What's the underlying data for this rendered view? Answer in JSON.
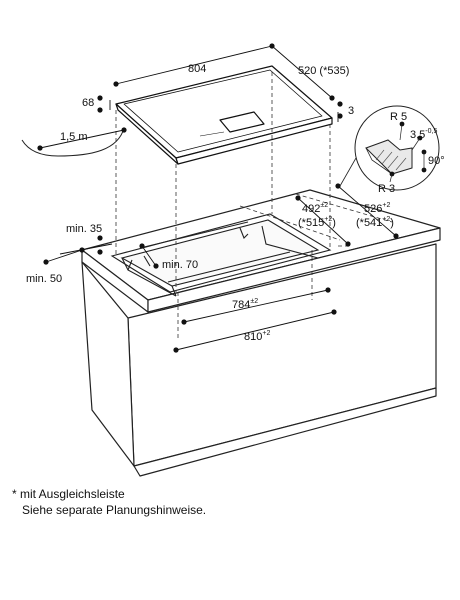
{
  "dimensions": {
    "cooktop_width": "804",
    "cooktop_depth": "520 (*535)",
    "cooktop_height_left": "68",
    "cooktop_edge": "3",
    "cable_length": "1,5 m",
    "min_35": "min. 35",
    "min_50": "min. 50",
    "min_70": "min. 70",
    "cutout_depth_base": "492",
    "cutout_depth_tol": "±2",
    "cutout_depth_alt_base": "(*515",
    "cutout_depth_alt_tol": "+2",
    "cutout_depth_alt_close": ")",
    "frame_depth_base": "526",
    "frame_depth_tol": "+2",
    "frame_depth_alt_base": "(*541",
    "frame_depth_alt_tol": "+2",
    "frame_depth_alt_close": ")",
    "cutout_width_base": "784",
    "cutout_width_tol": "±2",
    "frame_width_base": "810",
    "frame_width_tol": "+2"
  },
  "detail": {
    "radius_top": "R 5",
    "radius_bottom": "R 3",
    "step_base": "3,5",
    "step_tol": "-0,5",
    "angle": "90°"
  },
  "footnote": {
    "line1": "* mit Ausgleichsleiste",
    "line2": "Siehe separate Planungshinweise."
  }
}
